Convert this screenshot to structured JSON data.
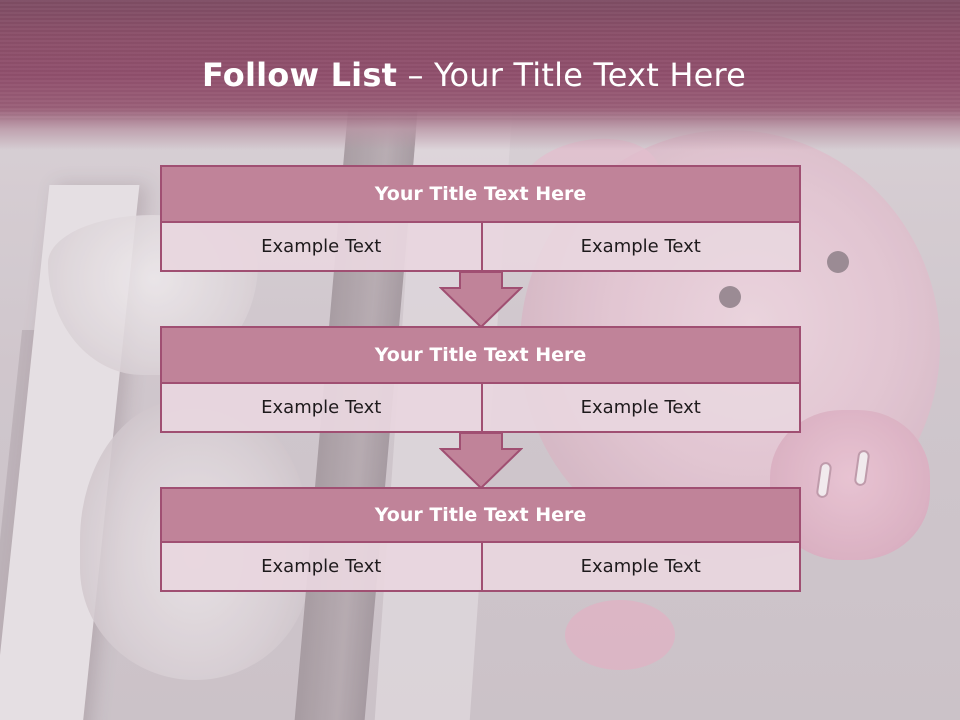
{
  "slide": {
    "title_bold": "Follow List",
    "title_rest": " – Your Title Text Here"
  },
  "list": [
    {
      "title": "Your Title Text Here",
      "left": "Example Text",
      "right": "Example Text"
    },
    {
      "title": "Your Title Text Here",
      "left": "Example Text",
      "right": "Example Text"
    },
    {
      "title": "Your Title Text Here",
      "left": "Example Text",
      "right": "Example Text"
    }
  ],
  "icons": {
    "connector": "down-arrow-icon",
    "background": "hourglass-and-piggy-bank-photo"
  },
  "colors": {
    "header": "#8b4f69",
    "box_title": "#c08399",
    "box_border": "#a04f72",
    "box_body": "#e8d6de",
    "arrow_fill": "#c08399"
  }
}
